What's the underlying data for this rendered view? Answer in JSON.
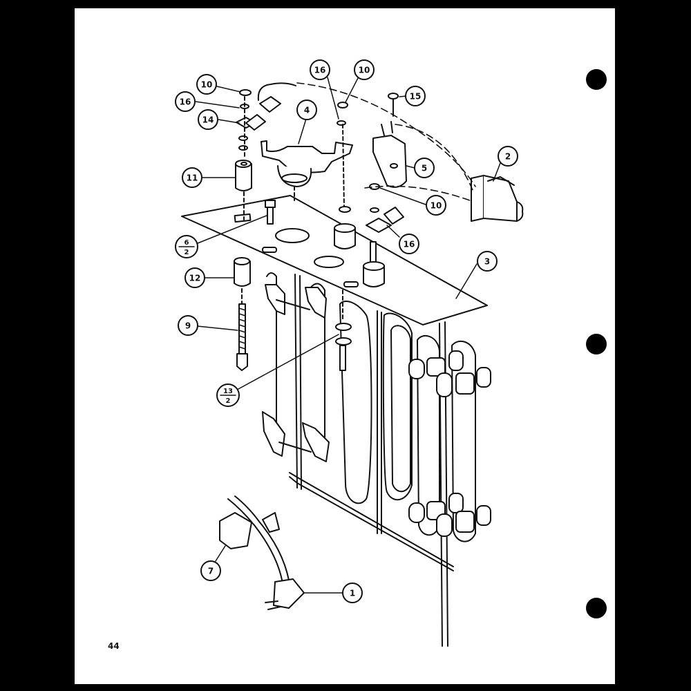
{
  "page": {
    "number": "44"
  },
  "callouts": [
    {
      "id": "c10a",
      "label": "10"
    },
    {
      "id": "c16a",
      "label": "16"
    },
    {
      "id": "c14",
      "label": "14"
    },
    {
      "id": "c16b",
      "label": "16"
    },
    {
      "id": "c10b",
      "label": "10"
    },
    {
      "id": "c15",
      "label": "15"
    },
    {
      "id": "c4",
      "label": "4"
    },
    {
      "id": "c2",
      "label": "2"
    },
    {
      "id": "c11",
      "label": "11"
    },
    {
      "id": "c5",
      "label": "5"
    },
    {
      "id": "c10c",
      "label": "10"
    },
    {
      "id": "c16c",
      "label": "16"
    },
    {
      "id": "c3",
      "label": "3"
    },
    {
      "id": "c12",
      "label": "12"
    },
    {
      "id": "c9",
      "label": "9"
    },
    {
      "id": "c7",
      "label": "7"
    },
    {
      "id": "c1",
      "label": "1"
    }
  ],
  "fraction_callouts": [
    {
      "id": "f6",
      "numerator": "6",
      "denominator": "2"
    },
    {
      "id": "f13",
      "numerator": "13",
      "denominator": "2"
    }
  ]
}
